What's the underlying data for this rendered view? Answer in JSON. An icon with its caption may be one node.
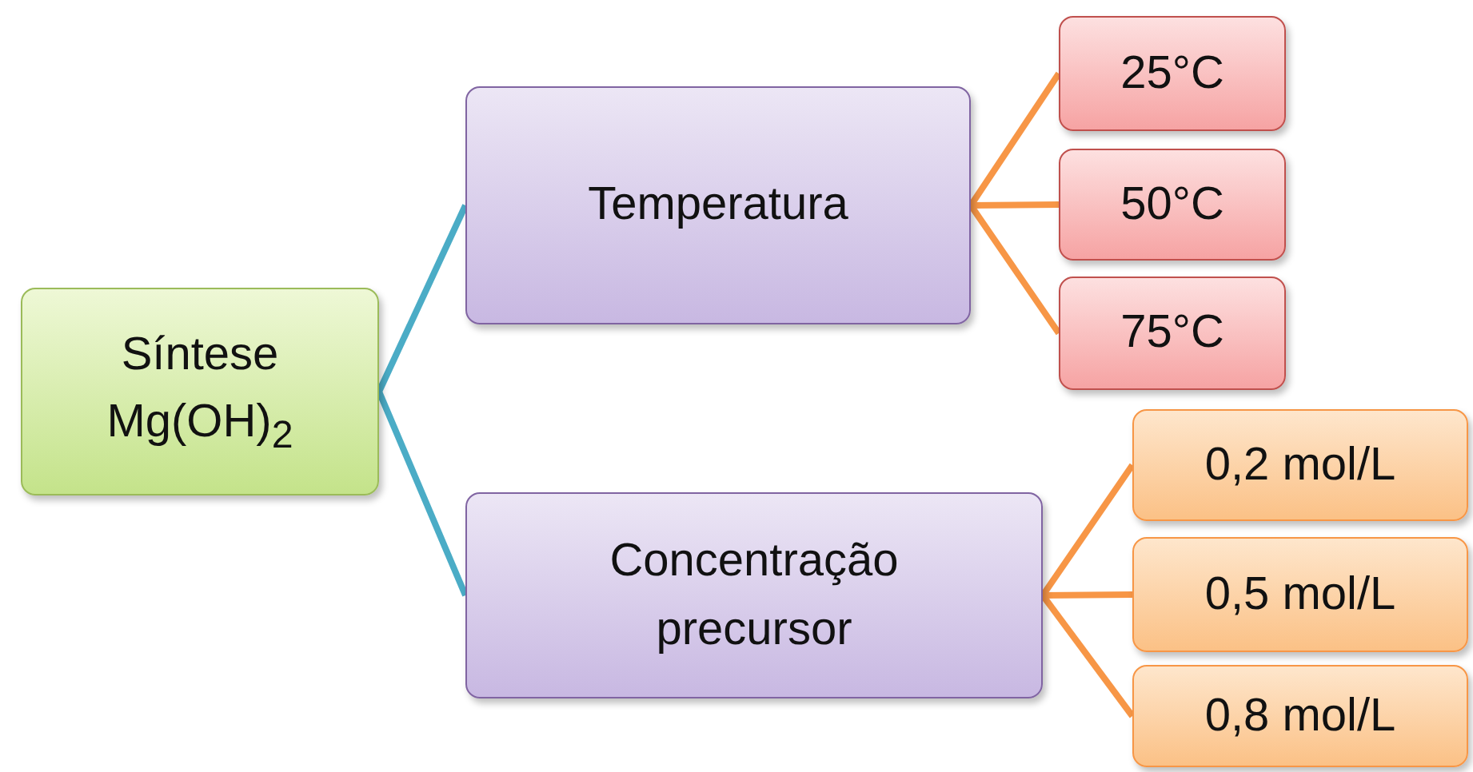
{
  "diagram": {
    "nodes": [
      {
        "text": [
          "Síntese Mg(OH)$_{2}$"
        ]
      },
      {
        "text": [
          "Temperatura"
        ]
      },
      {
        "text": [
          "Concentração precursor"
        ]
      },
      {
        "text": [
          "25°C"
        ]
      },
      {
        "text": [
          "50°C"
        ]
      },
      {
        "text": [
          "75°C"
        ]
      },
      {
        "text": [
          "0,2 mol/L"
        ]
      },
      {
        "text": [
          "0,5 mol/L"
        ]
      },
      {
        "text": [
          "0,8 mol/L"
        ]
      }
    ],
    "edges": [
      {
        "from": 0,
        "to": 1,
        "arrow": "none",
        "color": "#4bacc6"
      },
      {
        "from": 0,
        "to": 2,
        "arrow": "none",
        "color": "#4bacc6"
      },
      {
        "from": 1,
        "to": 3,
        "arrow": "none"
      },
      {
        "from": 1,
        "to": 4,
        "arrow": "none"
      },
      {
        "from": 1,
        "to": 5,
        "arrow": "none"
      },
      {
        "from": 2,
        "to": 6,
        "arrow": "none"
      },
      {
        "from": 2,
        "to": 7,
        "arrow": "none"
      },
      {
        "from": 2,
        "to": 8,
        "arrow": "none"
      }
    ]
  }
}
